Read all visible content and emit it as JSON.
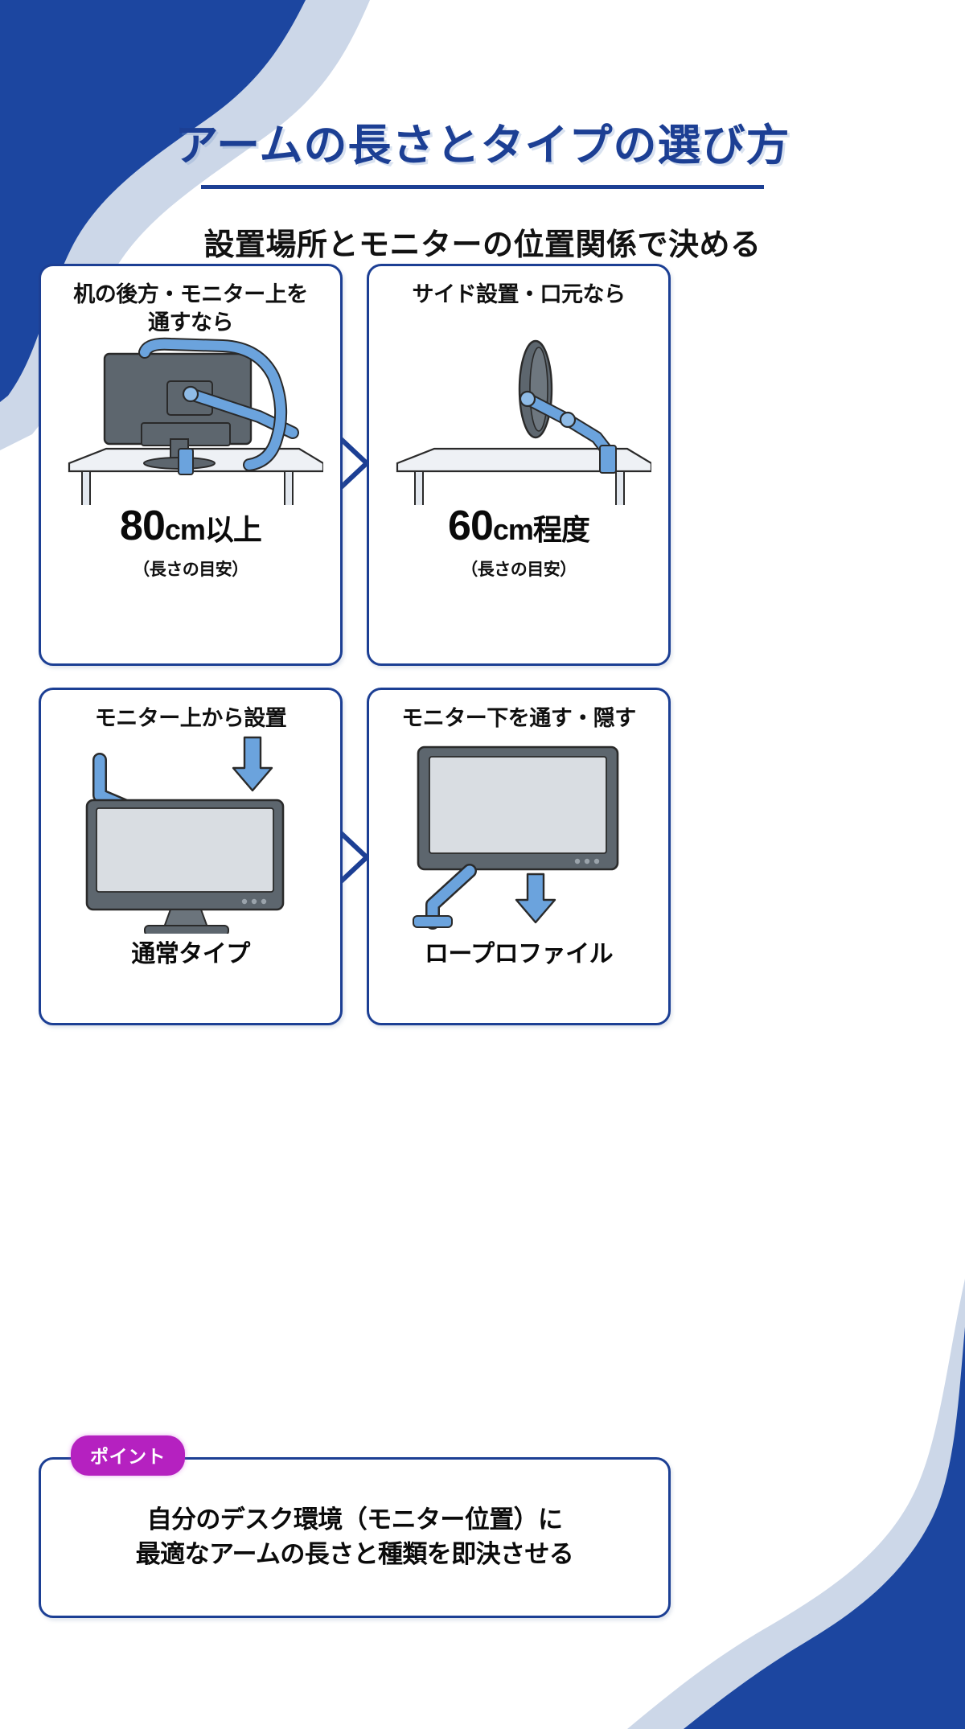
{
  "header": {
    "title": "アームの長さとタイプの選び方",
    "subtitle": "設置場所とモニターの位置関係で決める"
  },
  "colors": {
    "brand_blue": "#1c3f94",
    "deco_blue": "#1c46a0",
    "deco_light": "#ccd7e8",
    "arm_blue": "#6ba3dd",
    "monitor_dark": "#5d666e",
    "badge_purple": "#b521c0",
    "text_black": "#0a0a0a"
  },
  "cards": [
    {
      "id": "card-desk-rear",
      "title": "机の後方・モニター上を\n通すなら",
      "title_lines": [
        "机の後方・モニター上を",
        "通すなら"
      ],
      "value": "80",
      "unit": "cm以上",
      "caption": "（長さの目安）",
      "figure": "monitor-rear-with-long-arm"
    },
    {
      "id": "card-side-mount",
      "title": "サイド設置・口元なら",
      "title_lines": [
        "サイド設置・口元なら"
      ],
      "value": "60",
      "unit": "cm程度",
      "caption": "（長さの目安）",
      "figure": "monitor-side-with-short-arm"
    },
    {
      "id": "card-over-monitor",
      "title": "モニター上から設置",
      "title_lines": [
        "モニター上から設置"
      ],
      "label": "通常タイプ",
      "figure": "monitor-front-arm-from-top"
    },
    {
      "id": "card-under-monitor",
      "title": "モニター下を通す・隠す",
      "title_lines": [
        "モニター下を通す・隠す"
      ],
      "label": "ロープロファイル",
      "figure": "monitor-front-arm-from-bottom"
    }
  ],
  "point": {
    "badge": "ポイント",
    "lines": [
      "自分のデスク環境（モニター位置）に",
      "最適なアームの長さと種類を即決させる"
    ]
  },
  "icons": {
    "chevron": "chevron-right-icon",
    "arrow_down": "arrow-down-icon",
    "arrow_up": "arrow-up-icon"
  }
}
